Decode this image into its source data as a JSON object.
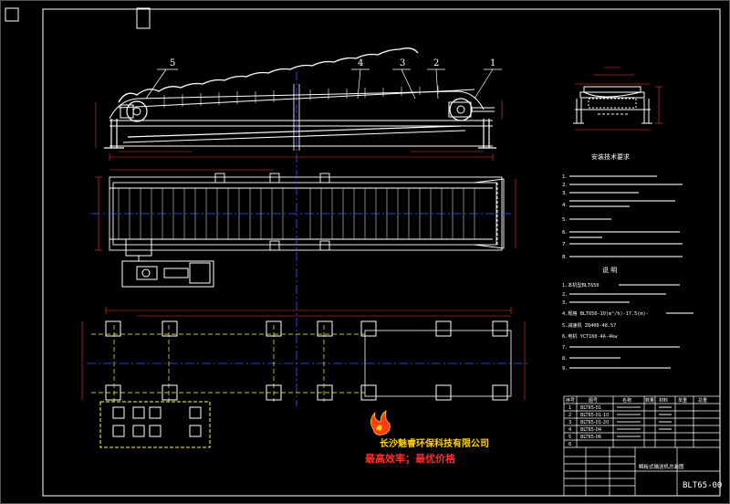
{
  "balloons": [
    "5",
    "4",
    "3",
    "2",
    "1"
  ],
  "tech_requirements": {
    "title": "安装技术要求",
    "items": [
      "1.",
      "2.",
      "3.",
      "4.",
      "5.",
      "6.",
      "7.",
      "8."
    ]
  },
  "notes": {
    "title": "说 明",
    "items": [
      "1.本机型BLT650",
      "2.",
      "3.",
      "4.规格 BLT650-10(m³/h)-17.5(m)-",
      "5.减速机 ZQ400-48.57",
      "6.电机 YCT160-4A-4kw",
      "7.",
      "8.",
      "9."
    ]
  },
  "bom": {
    "header": [
      "序号",
      "图号",
      "名称",
      "数量",
      "材料",
      "单重",
      "总重"
    ],
    "rows": [
      [
        "1",
        "BLT65-01",
        "",
        "",
        ""
      ],
      [
        "2",
        "BLT65-01-10",
        "",
        "",
        ""
      ],
      [
        "3",
        "BLT65-01-20",
        "",
        "",
        ""
      ],
      [
        "4",
        "BLT65-04",
        "",
        "",
        ""
      ],
      [
        "5",
        "BLT65-06",
        "",
        "",
        ""
      ],
      [
        "6",
        "",
        "",
        "",
        ""
      ]
    ]
  },
  "title_block": {
    "drawing_title": "鳞板式输送机总装图",
    "drawing_number": "BLT65-00"
  },
  "company": {
    "name": "长沙魅睿环保科技有限公司",
    "slogan": "最高效率；最优价格"
  },
  "colors": {
    "background": "#000000",
    "frame": "#ffffff",
    "centerline": "#3a5bff",
    "dimension": "#ff3030",
    "hidden": "#ffff40",
    "company": "#ffd200",
    "slogan": "#ff2a2a"
  }
}
